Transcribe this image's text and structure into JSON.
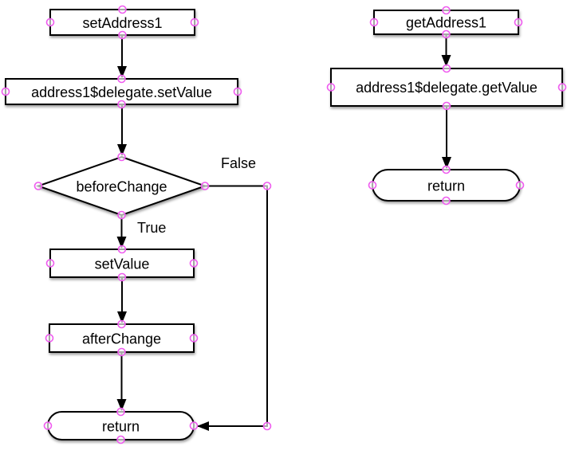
{
  "nodes": {
    "set_address1": "setAddress1",
    "set_delegate": "address1$delegate.setValue",
    "before_change": "beforeChange",
    "set_value": "setValue",
    "after_change": "afterChange",
    "return_set": "return",
    "get_address1": "getAddress1",
    "get_delegate": "address1$delegate.getValue",
    "return_get": "return"
  },
  "edge_labels": {
    "false_branch": "False",
    "true_branch": "True"
  },
  "colors": {
    "shape_stroke": "#000000",
    "shape_fill": "#ffffff",
    "connector": "#000000",
    "handle_stroke": "#ef5bef",
    "background": "#ffffff"
  }
}
